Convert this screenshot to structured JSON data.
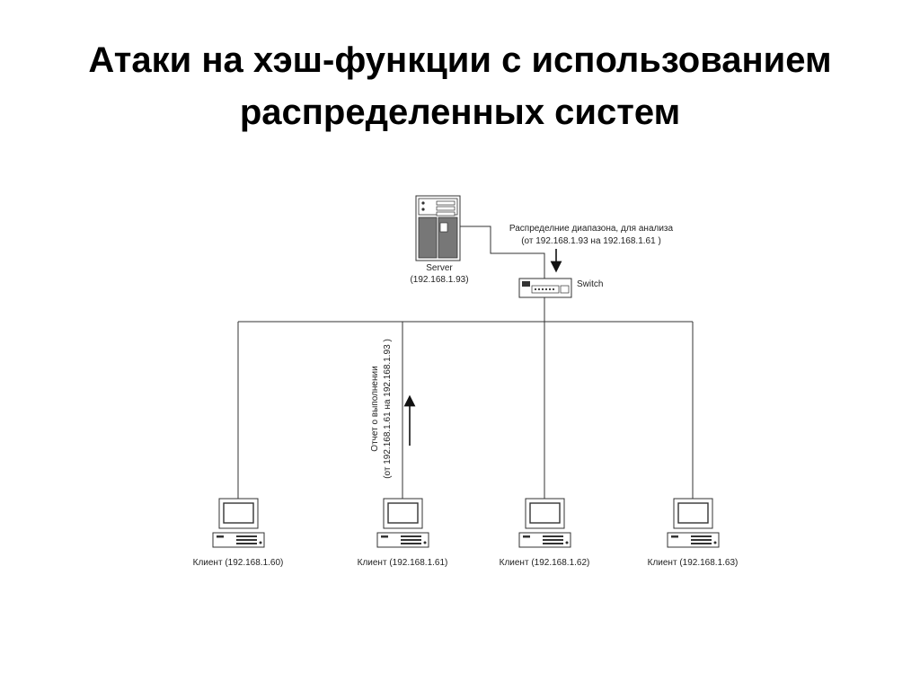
{
  "title": {
    "line1": "Атаки на хэш-функции с использованием",
    "line2": "распределенных систем"
  },
  "diagram": {
    "server": {
      "name": "Server",
      "ip": "(192.168.1.93)",
      "icon": "server-tower-icon"
    },
    "switch": {
      "name": "Switch",
      "icon": "network-switch-icon"
    },
    "distribution": {
      "line1": "Распределние диапазона, для анализа",
      "line2": "(от 192.168.1.93 на 192.168.1.61 )"
    },
    "report": {
      "line1": "Отчет о выполнении",
      "line2": "(от 192.168.1.61 на 192.168.1.93 )"
    },
    "clients": [
      {
        "label": "Клиент (192.168.1.60)",
        "icon": "desktop-computer-icon"
      },
      {
        "label": "Клиент (192.168.1.61)",
        "icon": "desktop-computer-icon"
      },
      {
        "label": "Клиент (192.168.1.62)",
        "icon": "desktop-computer-icon"
      },
      {
        "label": "Клиент (192.168.1.63)",
        "icon": "desktop-computer-icon"
      }
    ],
    "colors": {
      "line": "#333333",
      "device": "#ffffff",
      "device_dark": "#555555"
    }
  }
}
